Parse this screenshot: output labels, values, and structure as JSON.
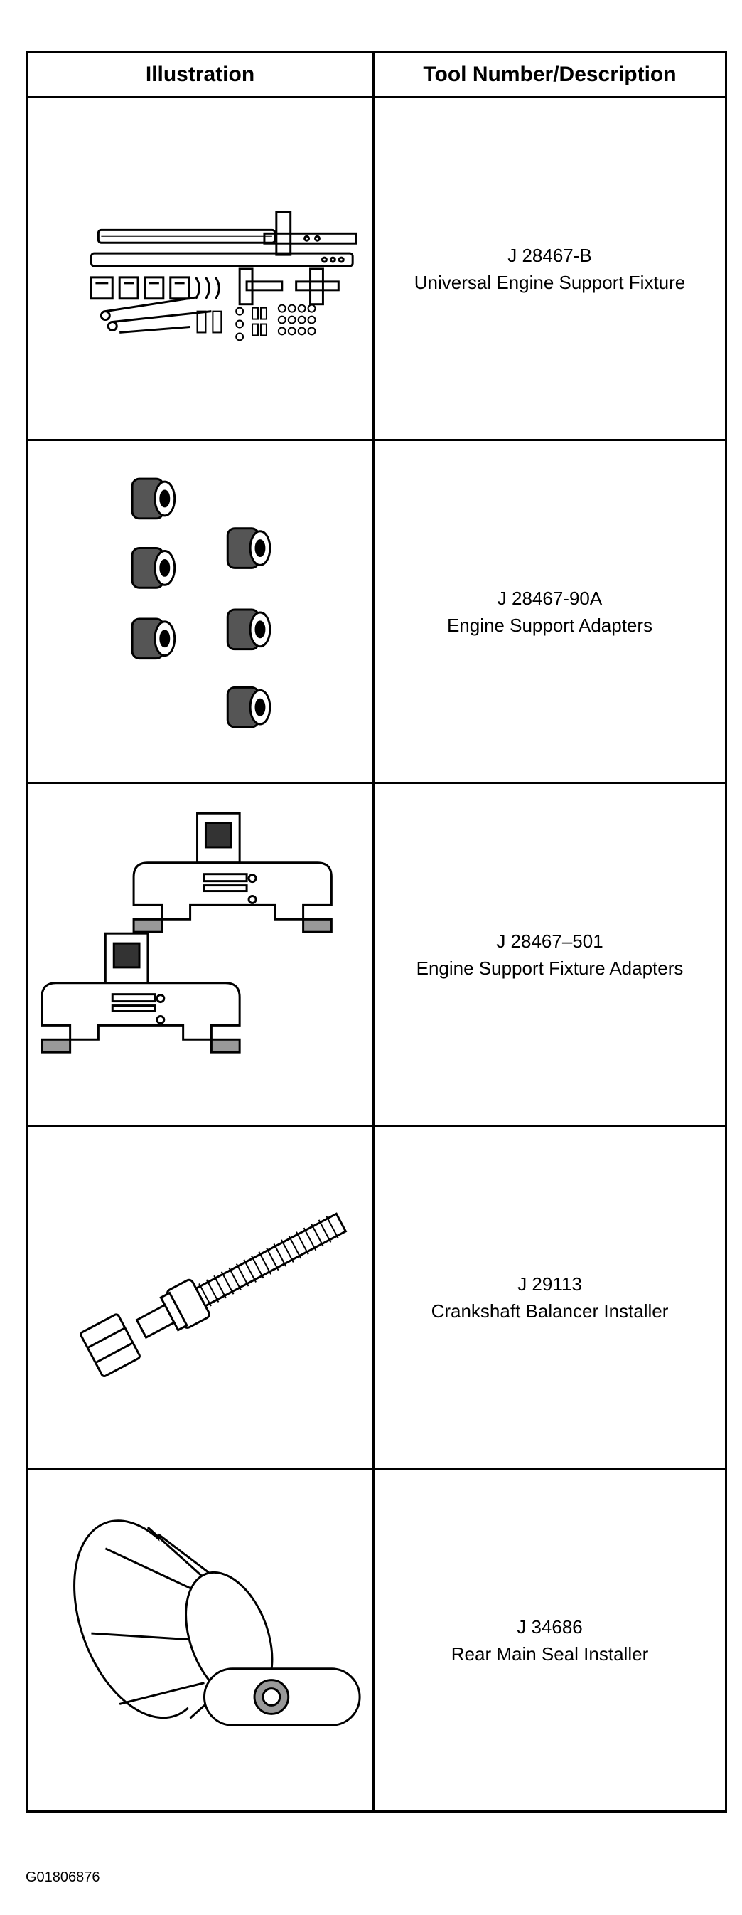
{
  "table": {
    "headers": {
      "illustration": "Illustration",
      "tool": "Tool Number/Description"
    },
    "rows": [
      {
        "number": "J 28467-B",
        "description": "Universal Engine Support Fixture",
        "icon": "engine-support-fixture-kit-icon"
      },
      {
        "number": "J 28467-90A",
        "description": "Engine Support Adapters",
        "icon": "support-adapters-icon"
      },
      {
        "number": "J 28467–501",
        "description": "Engine Support Fixture Adapters",
        "icon": "fixture-adapters-icon"
      },
      {
        "number": "J 29113",
        "description": "Crankshaft Balancer Installer",
        "icon": "balancer-installer-icon"
      },
      {
        "number": "J 34686",
        "description": "Rear Main Seal Installer",
        "icon": "rear-seal-installer-icon"
      }
    ]
  },
  "figure_id": "G01806876"
}
